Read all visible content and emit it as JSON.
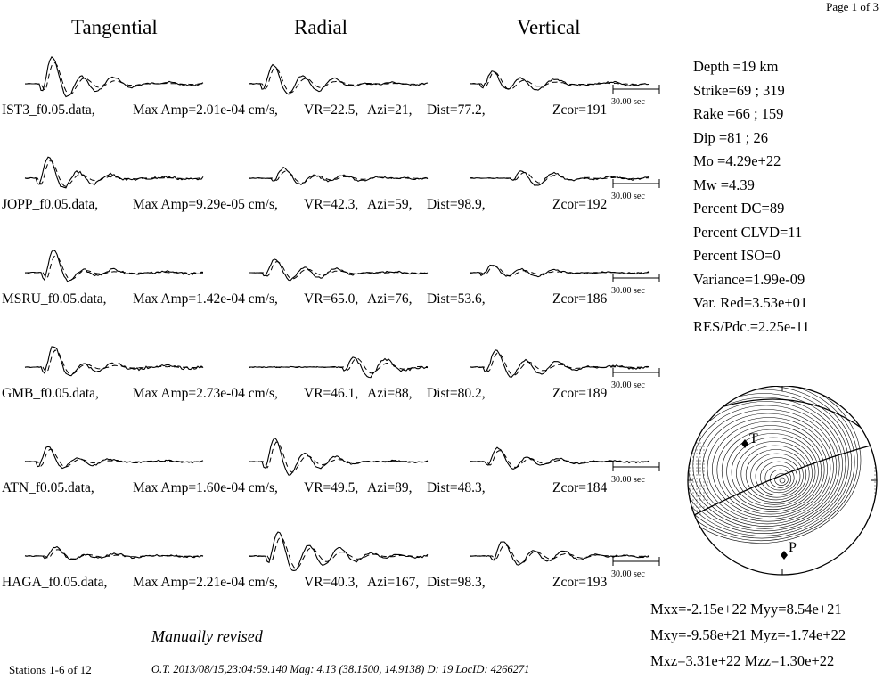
{
  "page_label": "Page 1 of 3",
  "columns": [
    "Tangential",
    "Radial",
    "Vertical"
  ],
  "time_scale_label": "30.00 sec",
  "stations": [
    {
      "file": "IST3_f0.05.data,",
      "maxamp": "Max Amp=2.01e-04 cm/s,",
      "vr": "VR=22.5,",
      "azi": "Azi=21,",
      "dist": "Dist=77.2,",
      "zcor": "Zcor=191"
    },
    {
      "file": "JOPP_f0.05.data,",
      "maxamp": "Max Amp=9.29e-05 cm/s,",
      "vr": "VR=42.3,",
      "azi": "Azi=59,",
      "dist": "Dist=98.9,",
      "zcor": "Zcor=192"
    },
    {
      "file": "MSRU_f0.05.data,",
      "maxamp": "Max Amp=1.42e-04 cm/s,",
      "vr": "VR=65.0,",
      "azi": "Azi=76,",
      "dist": "Dist=53.6,",
      "zcor": "Zcor=186"
    },
    {
      "file": "GMB_f0.05.data,",
      "maxamp": "Max Amp=2.73e-04 cm/s,",
      "vr": "VR=46.1,",
      "azi": "Azi=88,",
      "dist": "Dist=80.2,",
      "zcor": "Zcor=189"
    },
    {
      "file": "ATN_f0.05.data,",
      "maxamp": "Max Amp=1.60e-04 cm/s,",
      "vr": "VR=49.5,",
      "azi": "Azi=89,",
      "dist": "Dist=48.3,",
      "zcor": "Zcor=184"
    },
    {
      "file": "HAGA_f0.05.data,",
      "maxamp": "Max Amp=2.21e-04 cm/s,",
      "vr": "VR=40.3,",
      "azi": "Azi=167,",
      "dist": "Dist=98.3,",
      "zcor": "Zcor=193"
    }
  ],
  "parameters": [
    "Depth =19 km",
    "Strike=69 ; 319",
    "Rake  =66 ; 159",
    "Dip   =81 ; 26",
    "Mo    =4.29e+22",
    "Mw    =4.39",
    "Percent DC=89",
    "Percent CLVD=11",
    "Percent ISO=0",
    "Variance=1.99e-09",
    "Var. Red=3.53e+01",
    "RES/Pdc.=2.25e-11"
  ],
  "beachball": {
    "t_axis_label": "T",
    "p_axis_label": "P"
  },
  "moment_tensor": [
    "Mxx=-2.15e+22 Myy=8.54e+21",
    "Mxy=-9.58e+21 Myz=-1.74e+22",
    "Mxz=3.31e+22 Mzz=1.30e+22"
  ],
  "footer": {
    "manual": "Manually revised",
    "stations": "Stations 1-6 of 12",
    "origin": "O.T. 2013/08/15,23:04:59.140  Mag: 4.13  (38.1500, 14.9138)  D: 19  LocID: 4266271"
  }
}
